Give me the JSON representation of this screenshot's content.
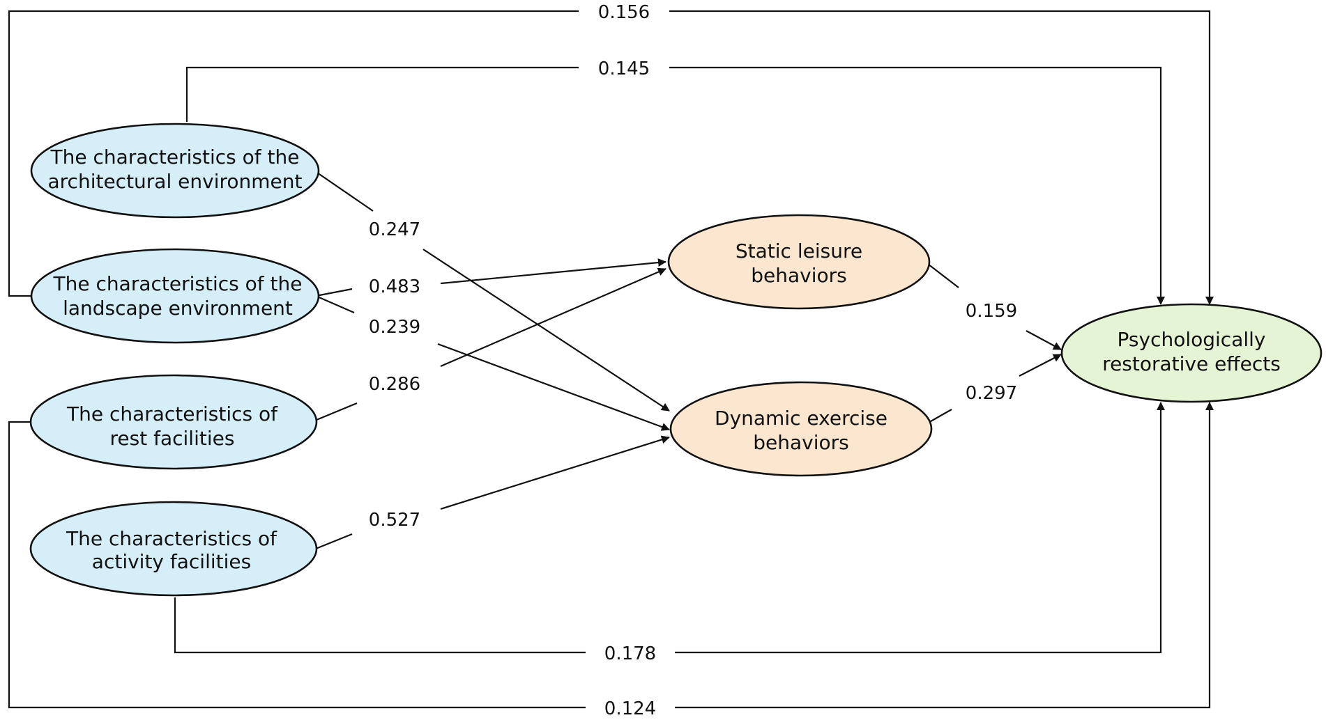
{
  "colors": {
    "predictor_fill": "#d6eef8",
    "mediator_fill": "#fbe6d0",
    "outcome_fill": "#e6f4d6",
    "stroke": "#111111"
  },
  "nodes": {
    "architectural": {
      "line1": "The characteristics of the",
      "line2": "architectural environment"
    },
    "landscape": {
      "line1": "The characteristics of the",
      "line2": "landscape environment"
    },
    "rest": {
      "line1": "The characteristics of",
      "line2": "rest facilities"
    },
    "activity": {
      "line1": "The characteristics of",
      "line2": "activity facilities"
    },
    "static": {
      "line1": "Static leisure",
      "line2": "behaviors"
    },
    "dynamic": {
      "line1": "Dynamic exercise",
      "line2": "behaviors"
    },
    "outcome": {
      "line1": "Psychologically",
      "line2": "restorative effects"
    }
  },
  "paths": {
    "landscape_to_outcome": "0.156",
    "architectural_to_outcome": "0.145",
    "architectural_to_dynamic": "0.247",
    "landscape_to_static": "0.483",
    "landscape_to_dynamic": "0.239",
    "rest_to_static": "0.286",
    "activity_to_dynamic": "0.527",
    "static_to_outcome": "0.159",
    "dynamic_to_outcome": "0.297",
    "activity_to_outcome": "0.178",
    "rest_to_outcome": "0.124"
  }
}
